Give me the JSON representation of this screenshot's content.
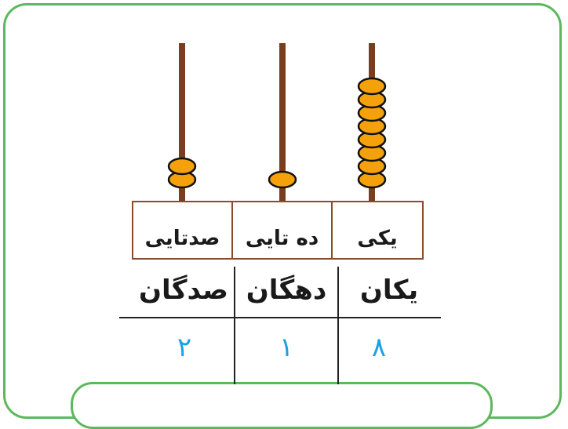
{
  "colors": {
    "frame": "#5cb85c",
    "rod": "#7a3e1e",
    "bead": "#f5a10c",
    "bead_stroke": "#111111",
    "digit": "#1ba0e0"
  },
  "place_labels": [
    "صدتایی",
    "ده تایی",
    "یکی"
  ],
  "column_headers": [
    "صدگان",
    "دهگان",
    "یکان"
  ],
  "digits": [
    "۲",
    "۱",
    "۸"
  ],
  "bead_counts": {
    "hundreds": 2,
    "tens": 1,
    "ones": 8
  }
}
